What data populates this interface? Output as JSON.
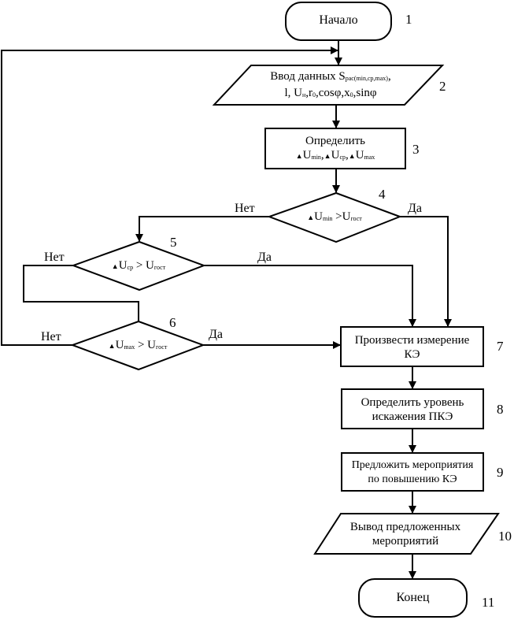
{
  "blocks": [
    {
      "id": 1,
      "number": "1",
      "type": "terminal",
      "text": "Начало"
    },
    {
      "id": 2,
      "number": "2",
      "type": "input",
      "line1_prefix": "Ввод данных S",
      "line1_sub": "pac(min,cp,max)",
      "line1_suffix": ",",
      "line2": [
        {
          "t": "l, U"
        },
        {
          "s": "н"
        },
        {
          "t": ",r"
        },
        {
          "s": "0"
        },
        {
          "t": ",cosφ,x"
        },
        {
          "s": "0"
        },
        {
          "t": ",sinφ"
        }
      ]
    },
    {
      "id": 3,
      "number": "3",
      "type": "process",
      "line1": "Определить",
      "line2": [
        {
          "d": "▲"
        },
        {
          "t": "U"
        },
        {
          "s": "min"
        },
        {
          "t": ","
        },
        {
          "d": "▲"
        },
        {
          "t": "U"
        },
        {
          "s": "cp"
        },
        {
          "t": ","
        },
        {
          "d": "▲"
        },
        {
          "t": "U"
        },
        {
          "s": "max"
        }
      ]
    },
    {
      "id": 4,
      "number": "4",
      "type": "decision",
      "cond": [
        {
          "d": "▲"
        },
        {
          "t": "U"
        },
        {
          "s": "min"
        },
        {
          "t": " >U"
        },
        {
          "s": "гост"
        }
      ],
      "no": "Нет",
      "yes": "Да"
    },
    {
      "id": 5,
      "number": "5",
      "type": "decision",
      "cond": [
        {
          "d": "▲"
        },
        {
          "t": "U"
        },
        {
          "s": "cp"
        },
        {
          "t": " > U"
        },
        {
          "s": "гост"
        }
      ],
      "no": "Нет",
      "yes": "Да"
    },
    {
      "id": 6,
      "number": "6",
      "type": "decision",
      "cond": [
        {
          "d": "▲"
        },
        {
          "t": "U"
        },
        {
          "s": "max"
        },
        {
          "t": " > U"
        },
        {
          "s": "гост"
        }
      ],
      "no": "Нет",
      "yes": "Да"
    },
    {
      "id": 7,
      "number": "7",
      "type": "process",
      "line1": "Произвести измерение",
      "line2": "КЭ"
    },
    {
      "id": 8,
      "number": "8",
      "type": "process",
      "line1": "Определить уровень",
      "line2": "искажения ПКЭ"
    },
    {
      "id": 9,
      "number": "9",
      "type": "process",
      "line1": "Предложить мероприятия",
      "line2": "по повышению КЭ"
    },
    {
      "id": 10,
      "number": "10",
      "type": "output",
      "line1": "Вывод предложенных",
      "line2": "мероприятий"
    },
    {
      "id": 11,
      "number": "11",
      "type": "terminal",
      "text": "Конец"
    }
  ],
  "edges": [
    {
      "from": 1,
      "to": 2
    },
    {
      "from": 2,
      "to": 3
    },
    {
      "from": 3,
      "to": 4
    },
    {
      "from": 4,
      "to": 5,
      "label": "Нет"
    },
    {
      "from": 4,
      "to": 7,
      "label": "Да"
    },
    {
      "from": 5,
      "to": 6,
      "label": "Нет"
    },
    {
      "from": 5,
      "to": 7,
      "label": "Да"
    },
    {
      "from": 6,
      "to": 2,
      "label": "Нет"
    },
    {
      "from": 6,
      "to": 7,
      "label": "Да"
    },
    {
      "from": 7,
      "to": 8
    },
    {
      "from": 8,
      "to": 9
    },
    {
      "from": 9,
      "to": 10
    },
    {
      "from": 10,
      "to": 11
    }
  ]
}
